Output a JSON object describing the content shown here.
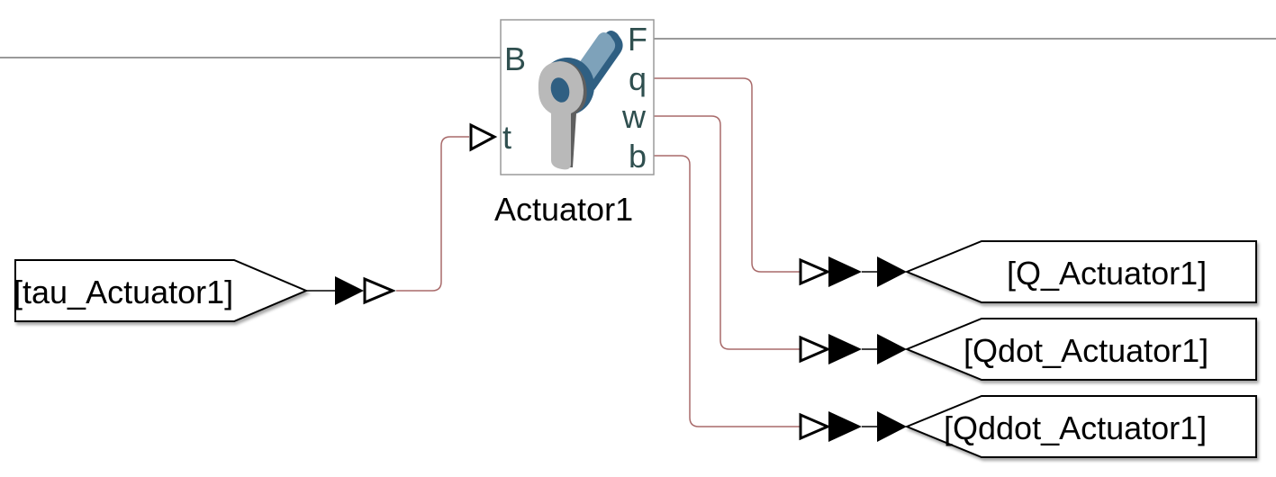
{
  "diagram": {
    "type": "simulink-simscape-model",
    "colors": {
      "background": "#ffffff",
      "signal_line": "#a86a6a",
      "physical_line": "#9a9a9a",
      "port_label": "#2f4f4f",
      "block_border": "#9a9a9a",
      "actuator_blue": "#4a7a9b",
      "actuator_light_blue": "#7ea2ba",
      "actuator_gray": "#b9b9b9",
      "actuator_dark_gray": "#5f5f5f"
    },
    "actuator_block": {
      "name": "Actuator1",
      "icon": "rotary-actuator-icon",
      "ports_left": [
        "B",
        "t"
      ],
      "ports_right": [
        "F",
        "q",
        "w",
        "b"
      ]
    },
    "from_block": {
      "label": "[tau_Actuator1]",
      "target_port": "t"
    },
    "goto_blocks": [
      {
        "label": "[Q_Actuator1]",
        "source_port": "q"
      },
      {
        "label": "[Qdot_Actuator1]",
        "source_port": "w"
      },
      {
        "label": "[Qddot_Actuator1]",
        "source_port": "b"
      }
    ],
    "connections": [
      {
        "from": "left-edge",
        "to": "B",
        "kind": "physical"
      },
      {
        "from": "F",
        "to": "right-edge",
        "kind": "physical"
      },
      {
        "from": "[tau_Actuator1]",
        "to": "t",
        "kind": "signal"
      },
      {
        "from": "q",
        "to": "[Q_Actuator1]",
        "kind": "signal"
      },
      {
        "from": "w",
        "to": "[Qdot_Actuator1]",
        "kind": "signal"
      },
      {
        "from": "b",
        "to": "[Qddot_Actuator1]",
        "kind": "signal"
      }
    ]
  }
}
